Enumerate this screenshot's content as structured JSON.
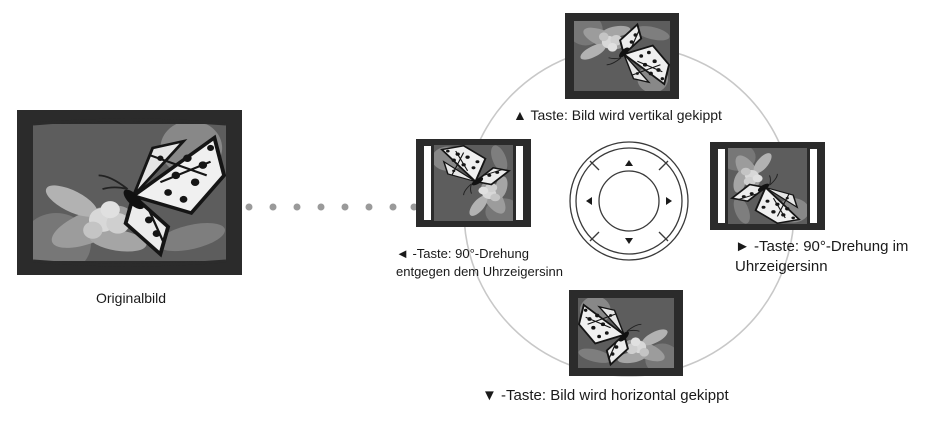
{
  "captions": {
    "original": "Originalbild",
    "up": "▲ Taste: Bild wird vertikal gekippt",
    "left": "◄ -Taste: 90°-Drehung entgegen dem Uhrzeigersinn",
    "right": "► -Taste: 90°-Drehung im Uhrzeigersinn",
    "down": "▼ -Taste: Bild wird horizontal gekippt"
  },
  "images": {
    "original": "butterfly-photo",
    "up": "butterfly-photo-flipped-vertical",
    "left": "butterfly-photo-rotated-ccw",
    "right": "butterfly-photo-rotated-cw",
    "down": "butterfly-photo-flipped-horizontal"
  },
  "dpad": {
    "up": "up-arrow-icon",
    "down": "down-arrow-icon",
    "left": "left-arrow-icon",
    "right": "right-arrow-icon"
  },
  "colors": {
    "frame": "#2b2b2b",
    "photo_bg": "#5f5f5f",
    "orbit_ring": "#c8c8c8",
    "dots": "#9a9a9a",
    "dpad_outline": "#3a3a3a"
  }
}
